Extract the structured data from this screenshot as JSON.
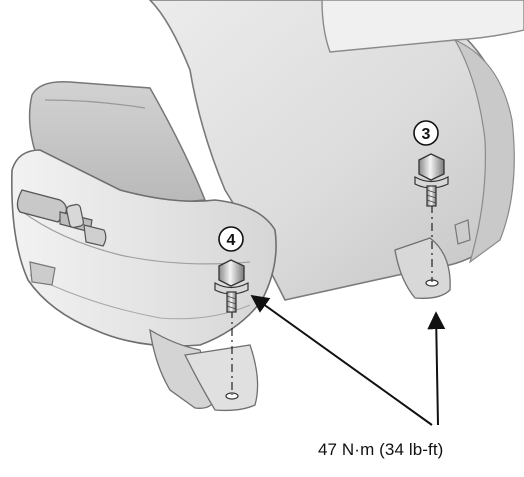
{
  "callouts": {
    "bolt_rear": "3",
    "bolt_front": "4"
  },
  "torque_spec": "47 N·m (34 lb-ft)",
  "colors": {
    "seat_light": "#e9e9e9",
    "seat_mid": "#cfcfcf",
    "seat_dark": "#9d9d9d",
    "outline": "#6f6f6f",
    "line": "#111111"
  }
}
